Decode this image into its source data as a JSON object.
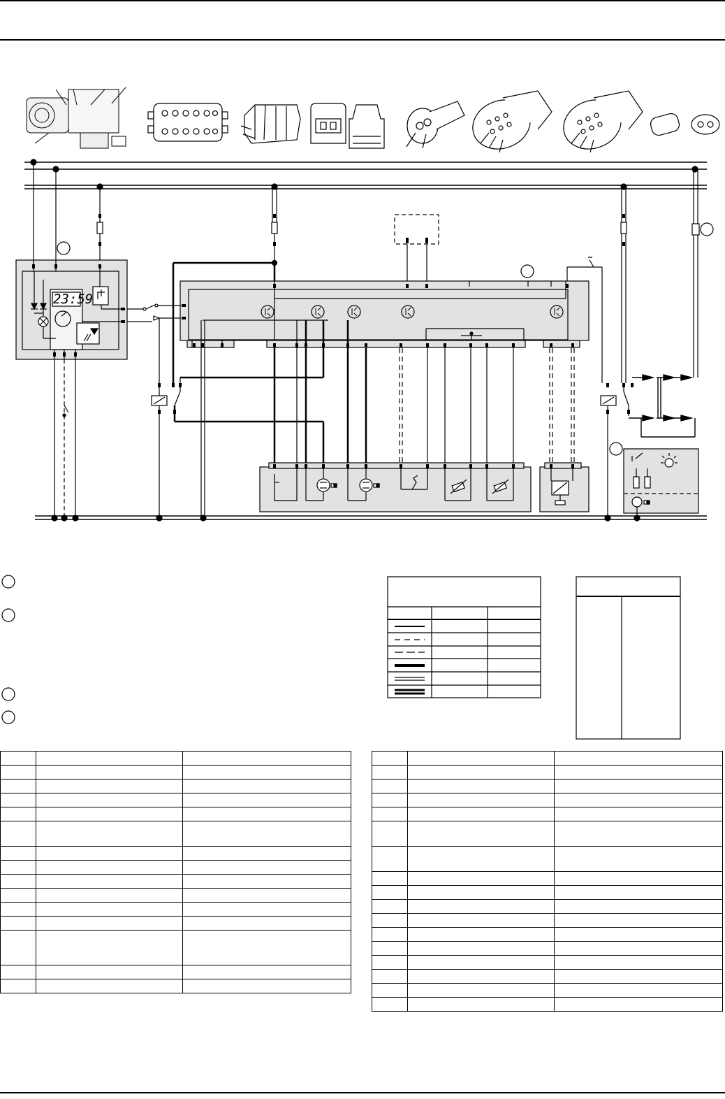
{
  "display": {
    "clock_readout": "23:59"
  },
  "colors": {
    "module_fill": "#e2e2e2",
    "line": "#000000"
  },
  "icons": [
    "heater-unit-illustration",
    "connector-12-pin-icon",
    "connector-latch-icon",
    "connector-2-pin-icon",
    "connector-3-pin-icon",
    "connector-round-icon",
    "connector-oval-8-pin-icon",
    "connector-small-icon",
    "fuse-icon",
    "relay-icon",
    "switch-icon",
    "motor-icon",
    "sensor-icon",
    "diode-icon",
    "lamp-icon"
  ],
  "legend_line_styles": [
    "solid-thin",
    "dashed-short",
    "dashed-long",
    "solid-thick",
    "double",
    "double-thick"
  ],
  "left_table": {
    "rows": [
      {
        "tall": false
      },
      {
        "tall": false
      },
      {
        "tall": false
      },
      {
        "tall": false
      },
      {
        "tall": true
      },
      {
        "tall": false
      },
      {
        "tall": false
      },
      {
        "tall": false
      },
      {
        "tall": false
      },
      {
        "tall": false
      },
      {
        "tall": false
      },
      {
        "tall": true
      },
      {
        "tall": false
      },
      {
        "tall": false
      }
    ]
  },
  "right_table": {
    "rows": [
      {
        "tall": false
      },
      {
        "tall": false
      },
      {
        "tall": false
      },
      {
        "tall": false
      },
      {
        "tall": true
      },
      {
        "tall": true
      },
      {
        "tall": false
      },
      {
        "tall": false
      },
      {
        "tall": false
      },
      {
        "tall": false
      },
      {
        "tall": false
      },
      {
        "tall": false
      },
      {
        "tall": false
      },
      {
        "tall": false
      },
      {
        "tall": false
      },
      {
        "tall": false
      }
    ]
  }
}
